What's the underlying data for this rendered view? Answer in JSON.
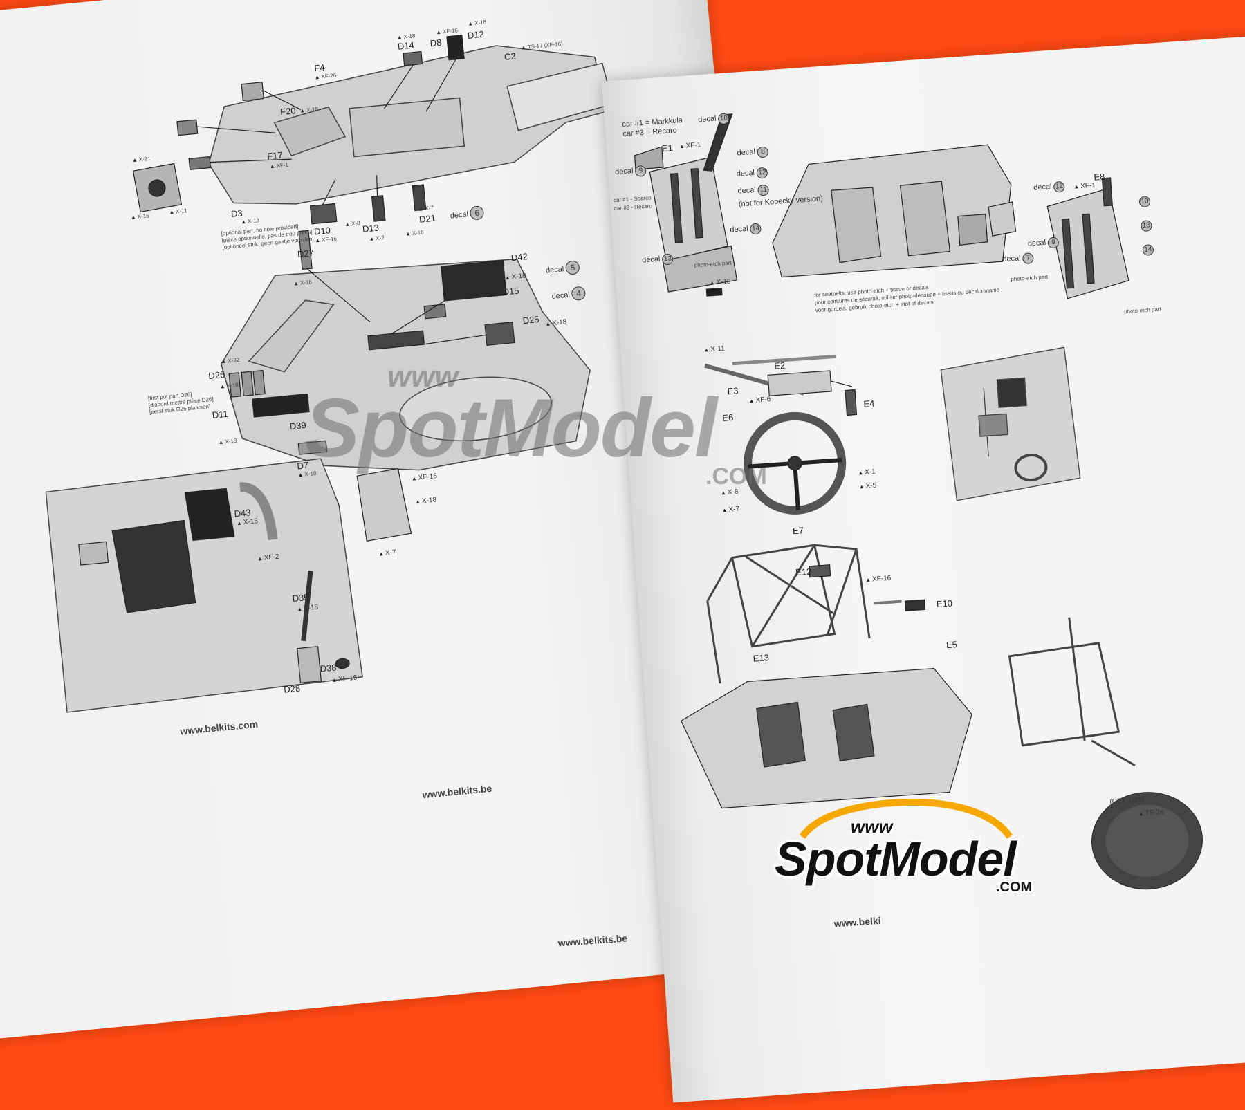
{
  "left_page": {
    "step1": {
      "F4": "F4",
      "F4_paint": "XF-26",
      "F20": "F20",
      "F20_paint": "X-18",
      "F17": "F17",
      "F17_paint": "XF-1",
      "D14": "D14",
      "D14_paint": "X-18",
      "D8": "D8",
      "D8_paint": "XF-16",
      "D12": "D12",
      "D12_paint": "X-18",
      "C2": "C2",
      "C2_paint": "TS-17 (XF-16)",
      "X21": "X-21",
      "X16": "X-16",
      "X11": "X-11",
      "D3": "D3",
      "D3_paint": "X-18",
      "D10": "D10",
      "D10_paint": "XF-16",
      "X8": "X-8",
      "D13": "D13",
      "X2": "X-2",
      "X7": "X-7",
      "D21": "D21",
      "D21_paint": "X-18",
      "decal_label": "decal",
      "decal_num": "6",
      "note1": "[optional part, no hole provided]",
      "note2": "[pièce optionnelle, pas de trou prévu]",
      "note3": "[optioneel stuk, geen gaatje voorzien]"
    },
    "step2": {
      "D27": "D27",
      "D27_paint": "X-18",
      "D42": "D42",
      "D42_paint": "X-18",
      "decal5_label": "decal",
      "decal5_num": "5",
      "D15": "D15",
      "decal4_label": "decal",
      "decal4_num": "4",
      "D25": "D25",
      "D25_paint": "X-18",
      "X32": "X-32",
      "D26": "D26",
      "D26_paint": "X-18",
      "note1": "[first put part D26]",
      "note2": "[d'abord mettre pièce D26]",
      "note3": "[eerst stuk D26 plaatsen]",
      "D11": "D11",
      "D11_paint": "X-18",
      "D39": "D39",
      "D7": "D7",
      "D7_paint": "X-18"
    },
    "step3": {
      "D43": "D43",
      "D43_paint": "X-18",
      "XF2": "XF-2",
      "XF16": "XF-16",
      "X18": "X-18",
      "D35": "D35",
      "D35_paint": "X-18",
      "X7": "X-7",
      "D38": "D38",
      "D28": "D28",
      "D28_paint": "XF-16"
    },
    "url_com": "www.belkits.com",
    "url_be": "www.belkits.be"
  },
  "right_page": {
    "car1": "car #1 = Markkula",
    "car3": "car #3 = Recaro",
    "decal10": "decal",
    "decal10_num": "10",
    "E1": "E1",
    "XF1": "XF-1",
    "decal8": "decal",
    "decal8_num": "8",
    "decal9": "decal",
    "decal9_num": "9",
    "decal12": "decal",
    "decal12_num": "12",
    "car1b": "car #1 - Sparco",
    "car3b": "car #3 - Recaro",
    "decal11": "decal",
    "decal11_num": "11",
    "note_kopecky": "(not for Kopecky version)",
    "decal14": "decal",
    "decal14_num": "14",
    "decal13": "decal",
    "decal13_num": "13",
    "photo_etch": "photo-etch part",
    "X18": "X-18",
    "E8": "E8",
    "decal12b": "decal",
    "decal12b_num": "12",
    "XF1b": "XF-1",
    "decal10b_num": "10",
    "decal13b_num": "13",
    "decal14b_num": "14",
    "decal7": "decal",
    "decal7_num": "7",
    "decal9b": "decal",
    "decal9b_num": "9",
    "photo_etch2": "photo-etch part",
    "photo_etch3": "photo-etch part",
    "seat_note1": "for seatbelts, use photo-etch + tissue or decals",
    "seat_note2": "pour ceintures de sécurité, utiliser photo-découpe + tissus ou décalcomanie",
    "seat_note3": "voor gordels, gebruik photo-etch + stof of decals",
    "X11": "X-11",
    "E2": "E2",
    "E3": "E3",
    "XF6": "XF-6",
    "E6": "E6",
    "E4": "E4",
    "X1": "X-1",
    "X5": "X-5",
    "X8": "X-8",
    "X7": "X-7",
    "E7": "E7",
    "E12": "E12",
    "XF16": "XF-16",
    "E10": "E10",
    "E5": "E5",
    "E13": "E13",
    "G24": "(G24; G25)",
    "TS26": "TS-26",
    "url_be": "www.belkits.be",
    "url_be2": "www.belki"
  },
  "watermark": {
    "www": "www",
    "brand": "SpotModel",
    "com": ".COM"
  }
}
